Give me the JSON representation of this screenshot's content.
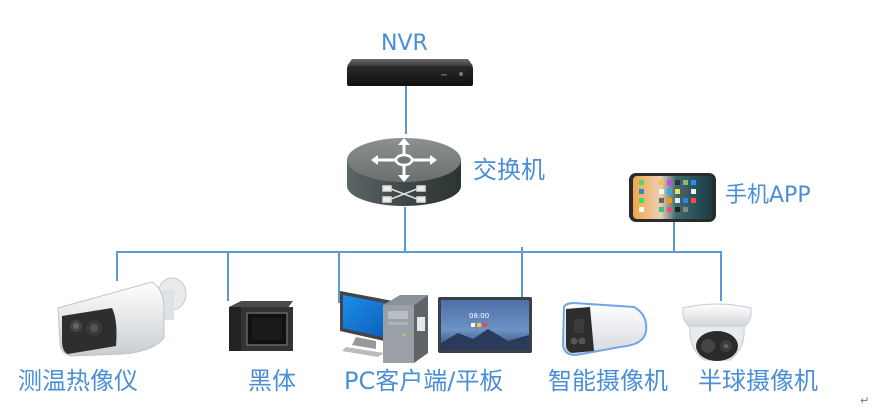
{
  "diagram": {
    "type": "network-topology",
    "colors": {
      "label": "#4a8fd6",
      "wire": "#5b9bd5"
    },
    "nodes": {
      "nvr": {
        "label": "NVR",
        "icon": "nvr-recorder-icon"
      },
      "switch": {
        "label": "交换机",
        "icon": "network-switch-icon"
      },
      "phone": {
        "label": "手机APP",
        "icon": "smartphone-icon"
      },
      "thermal_camera": {
        "label": "测温热像仪",
        "icon": "thermal-bullet-camera-icon"
      },
      "blackbody": {
        "label": "黑体",
        "icon": "blackbody-device-icon"
      },
      "pc_tablet": {
        "label": "PC客户端/平板",
        "icon": "pc-and-tablet-icon",
        "tablet_clock": "08:00"
      },
      "smart_camera": {
        "label": "智能摄像机",
        "icon": "bullet-camera-icon"
      },
      "dome_camera": {
        "label": "半球摄像机",
        "icon": "dome-camera-icon"
      }
    },
    "connections": [
      [
        "nvr",
        "switch"
      ],
      [
        "switch",
        "thermal_camera"
      ],
      [
        "switch",
        "blackbody"
      ],
      [
        "switch",
        "pc_tablet"
      ],
      [
        "switch",
        "smart_camera"
      ],
      [
        "switch",
        "dome_camera"
      ],
      [
        "switch",
        "phone"
      ]
    ],
    "paragraph_mark": "↵"
  }
}
